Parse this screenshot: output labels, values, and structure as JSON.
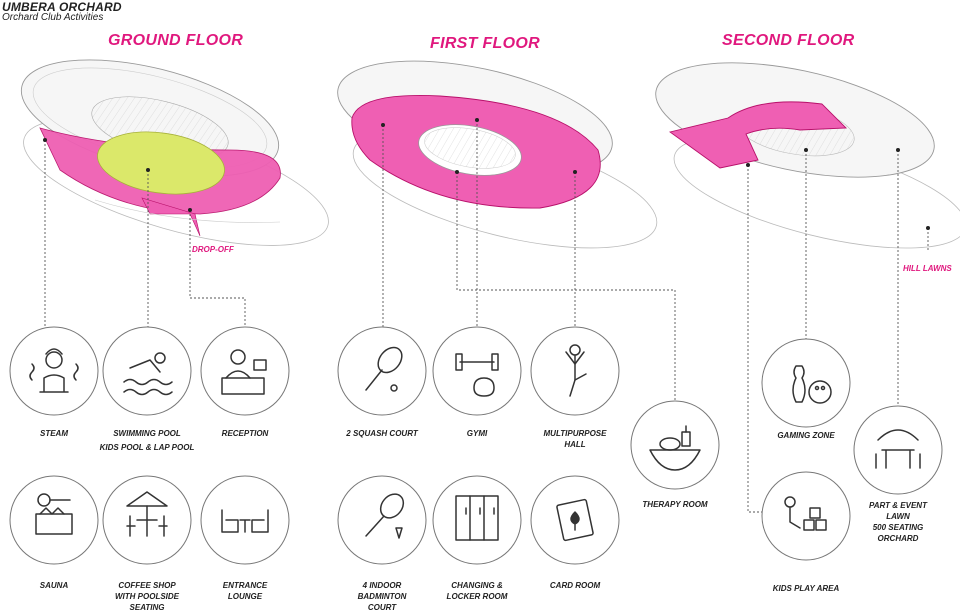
{
  "title": "UMBERA ORCHARD",
  "subtitle": "Orchard Club Activities",
  "floors": {
    "ground": "GROUND FLOOR",
    "first": "FIRST FLOOR",
    "second": "SECOND FLOOR"
  },
  "tags": {
    "dropoff": "DROP-OFF",
    "hill_lawns": "HILL LAWNS"
  },
  "colors": {
    "accent": "#e0187e",
    "pool": "#dbe86a",
    "line": "#555555"
  },
  "activities": [
    {
      "id": "steam",
      "icon": "steam-icon",
      "label": [
        "STEAM"
      ]
    },
    {
      "id": "swimming-pool",
      "icon": "swimmer-icon",
      "label": [
        "SWIMMING POOL",
        "KIDS POOL & LAP POOL"
      ]
    },
    {
      "id": "reception",
      "icon": "reception-desk-icon",
      "label": [
        "RECEPTION"
      ]
    },
    {
      "id": "sauna",
      "icon": "sauna-icon",
      "label": [
        "SAUNA"
      ]
    },
    {
      "id": "coffee-shop",
      "icon": "cafe-table-icon",
      "label": [
        "COFFEE SHOP",
        "WITH POOLSIDE",
        "SEATING"
      ]
    },
    {
      "id": "entrance-lounge",
      "icon": "lounge-chairs-icon",
      "label": [
        "ENTRANCE",
        "LOUNGE"
      ]
    },
    {
      "id": "squash",
      "icon": "squash-racket-icon",
      "label": [
        "2 SQUASH COURT"
      ]
    },
    {
      "id": "gym",
      "icon": "dumbbell-icon",
      "label": [
        "GYMI"
      ]
    },
    {
      "id": "multipurpose",
      "icon": "yoga-icon",
      "label": [
        "MULTIPURPOSE",
        "HALL"
      ]
    },
    {
      "id": "badminton",
      "icon": "badminton-icon",
      "label": [
        "4 INDOOR",
        "BADMINTON",
        "COURT"
      ]
    },
    {
      "id": "changing",
      "icon": "locker-icon",
      "label": [
        "CHANGING &",
        "LOCKER ROOM"
      ]
    },
    {
      "id": "card-room",
      "icon": "playing-card-icon",
      "label": [
        "CARD ROOM"
      ]
    },
    {
      "id": "therapy",
      "icon": "spa-stones-icon",
      "label": [
        "THERAPY ROOM"
      ]
    },
    {
      "id": "gaming",
      "icon": "bowling-icon",
      "label": [
        "GAMING ZONE"
      ]
    },
    {
      "id": "kids-play",
      "icon": "kids-blocks-icon",
      "label": [
        "KIDS PLAY AREA"
      ]
    },
    {
      "id": "event-lawn",
      "icon": "event-dining-icon",
      "label": [
        "PART & EVENT",
        "LAWN",
        "500 SEATING",
        "ORCHARD"
      ]
    }
  ]
}
